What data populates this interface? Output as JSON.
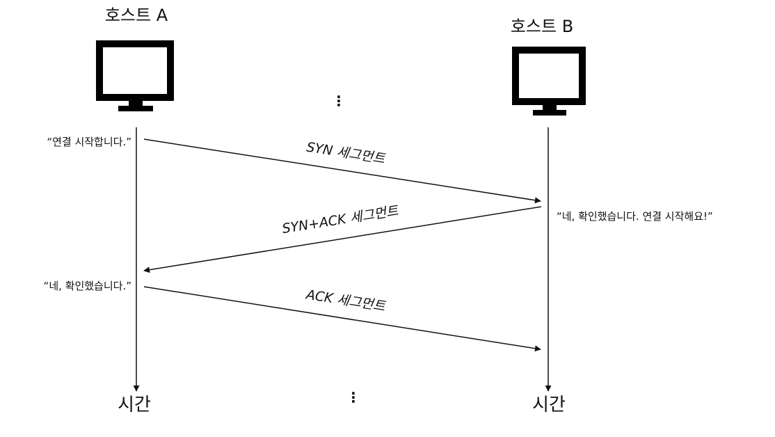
{
  "hosts": {
    "a": {
      "label": "호스트 A",
      "time_label": "시간"
    },
    "b": {
      "label": "호스트 B",
      "time_label": "시간"
    }
  },
  "quotes": {
    "a_start": "“연결 시작합니다.”",
    "b_confirm": "“네, 확인했습니다. 연결 시작해요!”",
    "a_confirm": "“네, 확인했습니다.”"
  },
  "segments": {
    "syn": "SYN 세그먼트",
    "syn_ack": "SYN+ACK 세그먼트",
    "ack": "ACK 세그먼트"
  },
  "ellipsis": "⋮",
  "icons": {
    "host_a": "monitor-icon",
    "host_b": "monitor-icon"
  },
  "colors": {
    "line": "#111111",
    "monitor": "#000000",
    "background": "#ffffff"
  }
}
